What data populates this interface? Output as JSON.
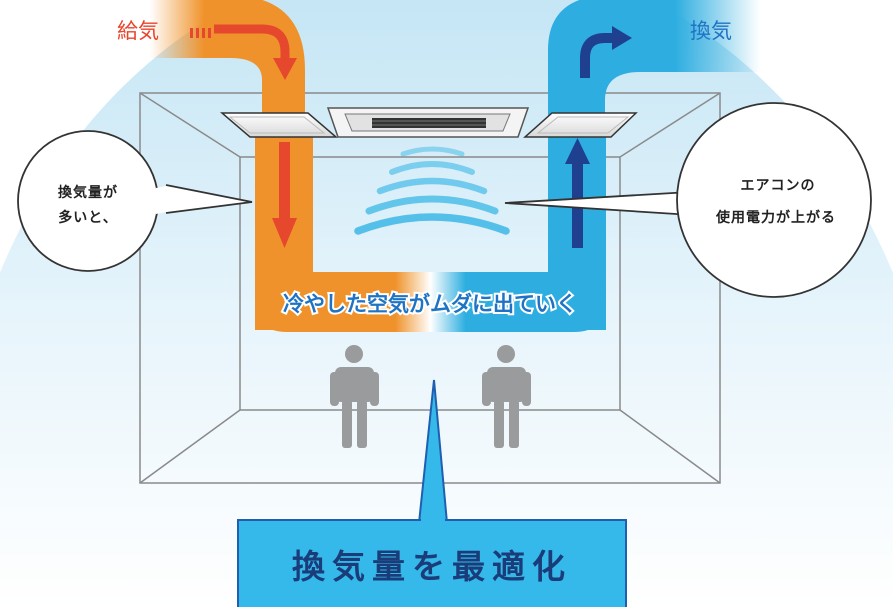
{
  "labels": {
    "supply": "給気",
    "exhaust": "換気",
    "bubble_left_line1": "換気量が",
    "bubble_left_line2": "多いと、",
    "bubble_right_line1": "エアコンの",
    "bubble_right_line2": "使用電力が上がる",
    "flow_caption": "冷やした空気がムダに出ていく",
    "callout": "換気量を最適化"
  },
  "colors": {
    "sky_top": "#bfe3f4",
    "supply_orange": "#f0922b",
    "supply_text": "#e8452c",
    "arrow_red": "#e5482d",
    "exhaust_blue": "#2eaee0",
    "arrow_navy": "#1f3f8f",
    "caption_blue": "#1f73c4",
    "callout_fill": "#35b8ea",
    "callout_border": "#1f5fb0",
    "callout_text": "#1a3d7a",
    "wave_blue": "#4cbde8",
    "person_gray": "#9a9b9c",
    "room_line": "#8a8a8a"
  },
  "icons": [
    "supply-arrow-icon",
    "exhaust-arrow-icon",
    "air-conditioner-icon",
    "cool-air-wave-icon",
    "person-icon"
  ]
}
